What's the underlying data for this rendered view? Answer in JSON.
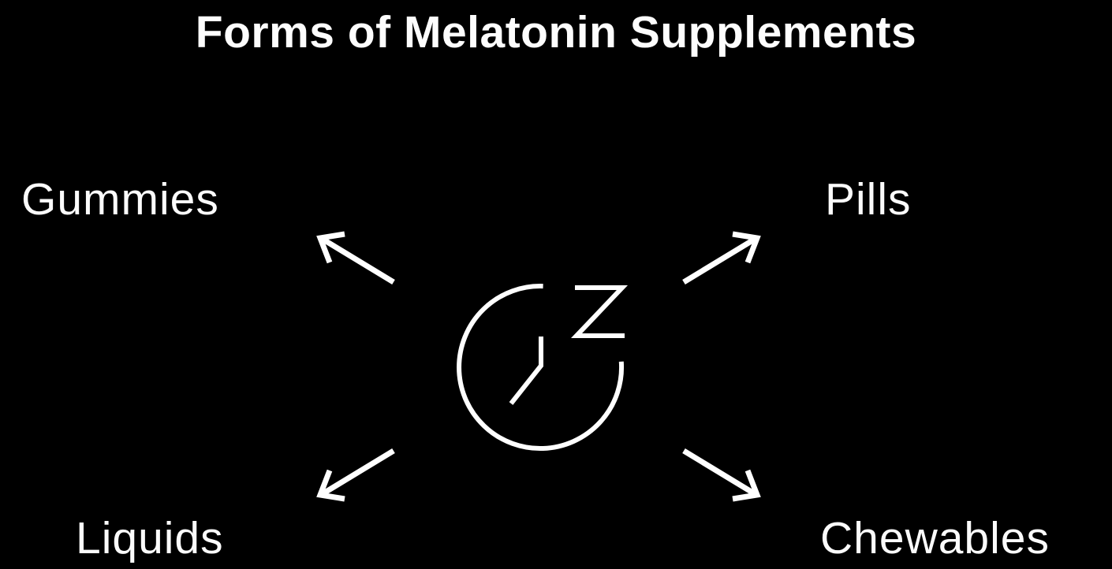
{
  "title": "Forms of Melatonin Supplements",
  "colors": {
    "background": "#000000",
    "foreground": "#ffffff"
  },
  "center": {
    "icon": "sleep-clock-icon",
    "description": "clock with Z sleep symbol"
  },
  "nodes": [
    {
      "id": "gummies",
      "label": "Gummies",
      "position": "top-left"
    },
    {
      "id": "pills",
      "label": "Pills",
      "position": "top-right"
    },
    {
      "id": "liquids",
      "label": "Liquids",
      "position": "bottom-left"
    },
    {
      "id": "chewables",
      "label": "Chewables",
      "position": "bottom-right"
    }
  ]
}
